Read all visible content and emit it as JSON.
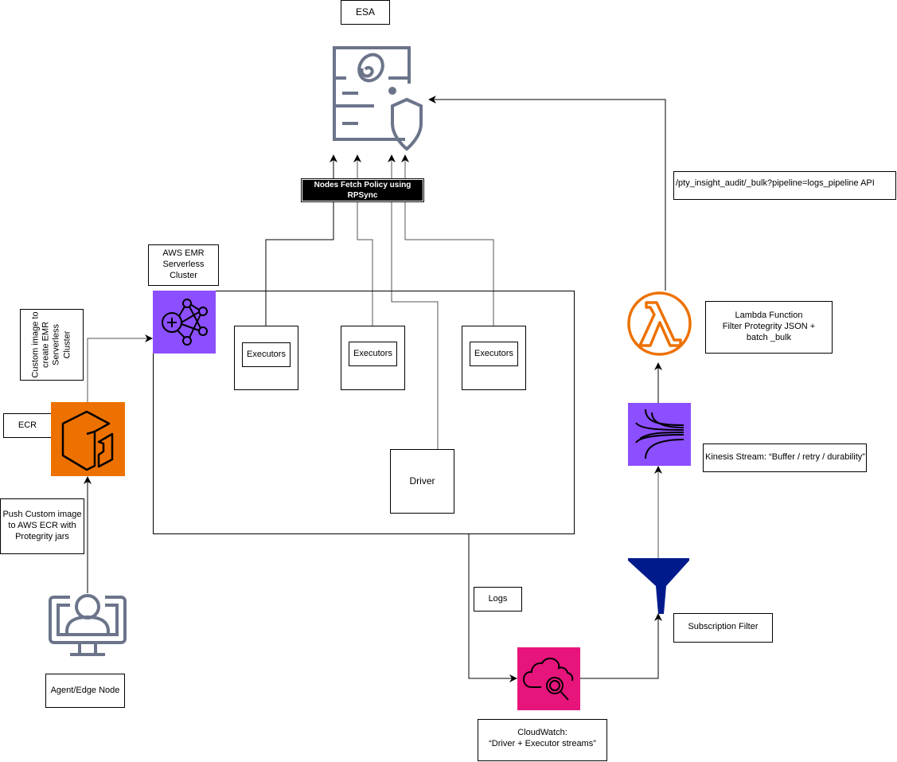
{
  "diagram": {
    "labels": {
      "esa": "ESA",
      "fetch_policy_line1": "Nodes Fetch Policy using",
      "fetch_policy_line2": "RPSync",
      "emr_cluster": "AWS EMR Serverless Cluster",
      "custom_image": "Custom image to create EMR Serverless Cluster",
      "ecr": "ECR",
      "push_image": "Push Custom image to AWS ECR with Protegrity jars",
      "agent_node": "Agent/Edge Node",
      "executor_1": "Executors",
      "executor_2": "Executors",
      "executor_3": "Executors",
      "driver": "Driver",
      "logs": "Logs",
      "cloudwatch_line1": "CloudWatch:",
      "cloudwatch_line2": "“Driver + Executor streams”",
      "subscription_filter": "Subscription Filter",
      "kinesis": "Kinesis Stream: “Buffer / retry / durability”",
      "lambda_line1": "Lambda Function",
      "lambda_line2": "Filter Protegrity JSON +",
      "lambda_line3": "batch _bulk",
      "api_endpoint": "/pty_insight_audit/_bulk?pipeline=logs_pipeline API"
    },
    "icons": {
      "esa": "server-shield-icon",
      "emr": "emr-serverless-icon",
      "ecr": "ecr-container-icon",
      "agent": "user-monitor-icon",
      "cloudwatch": "cloudwatch-search-icon",
      "filter": "funnel-icon",
      "kinesis": "kinesis-stream-icon",
      "lambda": "lambda-icon"
    },
    "colors": {
      "emr_purple": "#8C4FFF",
      "ecr_orange": "#ED7100",
      "cloudwatch_pink": "#E7157B",
      "kinesis_purple": "#8C4FFF",
      "lambda_orange": "#ED7100",
      "funnel_navy": "#001A8C",
      "neutral_icon": "#6B7489"
    }
  }
}
